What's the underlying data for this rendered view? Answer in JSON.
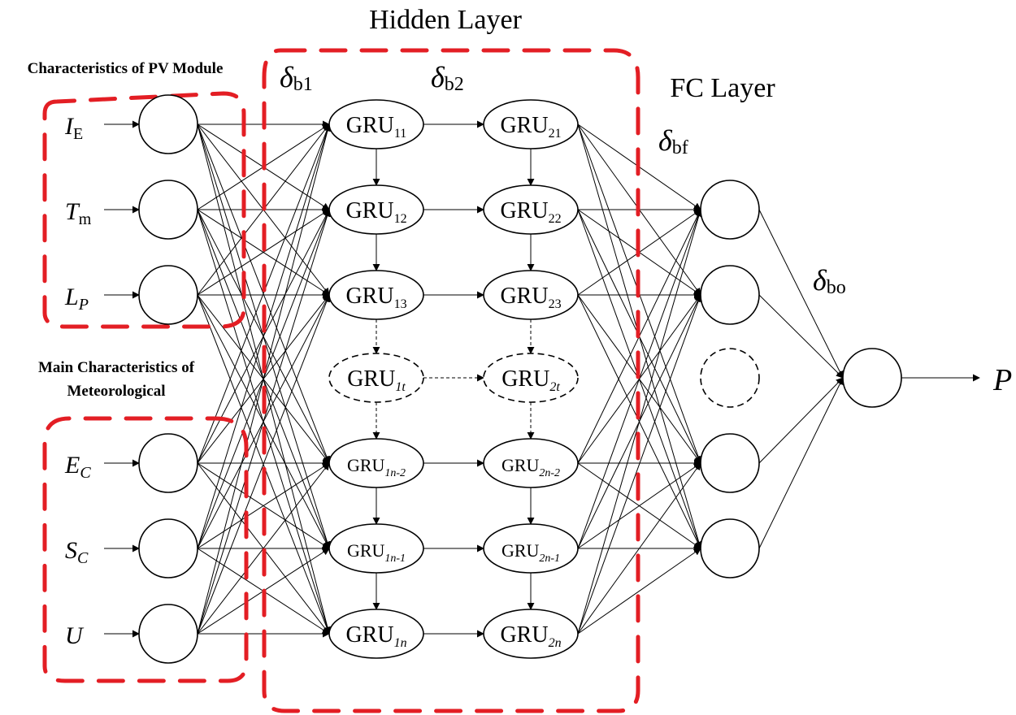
{
  "colors": {
    "dash_box": "#e31e24",
    "ink": "#000000"
  },
  "titles": {
    "hidden_layer": "Hidden Layer",
    "fc_layer": "FC Layer",
    "pv_module": "Characteristics of PV Module",
    "meteo_line1": "Main Characteristics of",
    "meteo_line2": "Meteorological"
  },
  "biases": [
    {
      "base": "δ",
      "sub": "b1"
    },
    {
      "base": "δ",
      "sub": "b2"
    },
    {
      "base": "δ",
      "sub": "bf"
    },
    {
      "base": "δ",
      "sub": "bo"
    }
  ],
  "inputs": [
    {
      "main": "I",
      "sub": "E",
      "sub_italic": false
    },
    {
      "main": "T",
      "sub": "m",
      "sub_italic": false
    },
    {
      "main": "L",
      "sub": "P",
      "sub_italic": true
    },
    {
      "main": "E",
      "sub": "C",
      "sub_italic": true
    },
    {
      "main": "S",
      "sub": "C",
      "sub_italic": true
    },
    {
      "main": "U",
      "sub": "",
      "sub_italic": false
    }
  ],
  "gru_col1": [
    {
      "label": "GRU",
      "sub": "11",
      "sub_italic": false,
      "dashed": false
    },
    {
      "label": "GRU",
      "sub": "12",
      "sub_italic": false,
      "dashed": false
    },
    {
      "label": "GRU",
      "sub": "13",
      "sub_italic": false,
      "dashed": false
    },
    {
      "label": "GRU",
      "sub": "1t",
      "sub_italic": true,
      "dashed": true
    },
    {
      "label": "GRU",
      "sub": "1n-2",
      "sub_italic": true,
      "dashed": false
    },
    {
      "label": "GRU",
      "sub": "1n-1",
      "sub_italic": true,
      "dashed": false
    },
    {
      "label": "GRU",
      "sub": "1n",
      "sub_italic": true,
      "dashed": false
    }
  ],
  "gru_col2": [
    {
      "label": "GRU",
      "sub": "21",
      "sub_italic": false,
      "dashed": false
    },
    {
      "label": "GRU",
      "sub": "22",
      "sub_italic": false,
      "dashed": false
    },
    {
      "label": "GRU",
      "sub": "23",
      "sub_italic": false,
      "dashed": false
    },
    {
      "label": "GRU",
      "sub": "2t",
      "sub_italic": true,
      "dashed": true
    },
    {
      "label": "GRU",
      "sub": "2n-2",
      "sub_italic": true,
      "dashed": false
    },
    {
      "label": "GRU",
      "sub": "2n-1",
      "sub_italic": true,
      "dashed": false
    },
    {
      "label": "GRU",
      "sub": "2n",
      "sub_italic": true,
      "dashed": false
    }
  ],
  "fc_nodes": [
    {
      "dashed": false
    },
    {
      "dashed": false
    },
    {
      "dashed": true
    },
    {
      "dashed": false
    },
    {
      "dashed": false
    }
  ],
  "output": {
    "label": "P"
  }
}
